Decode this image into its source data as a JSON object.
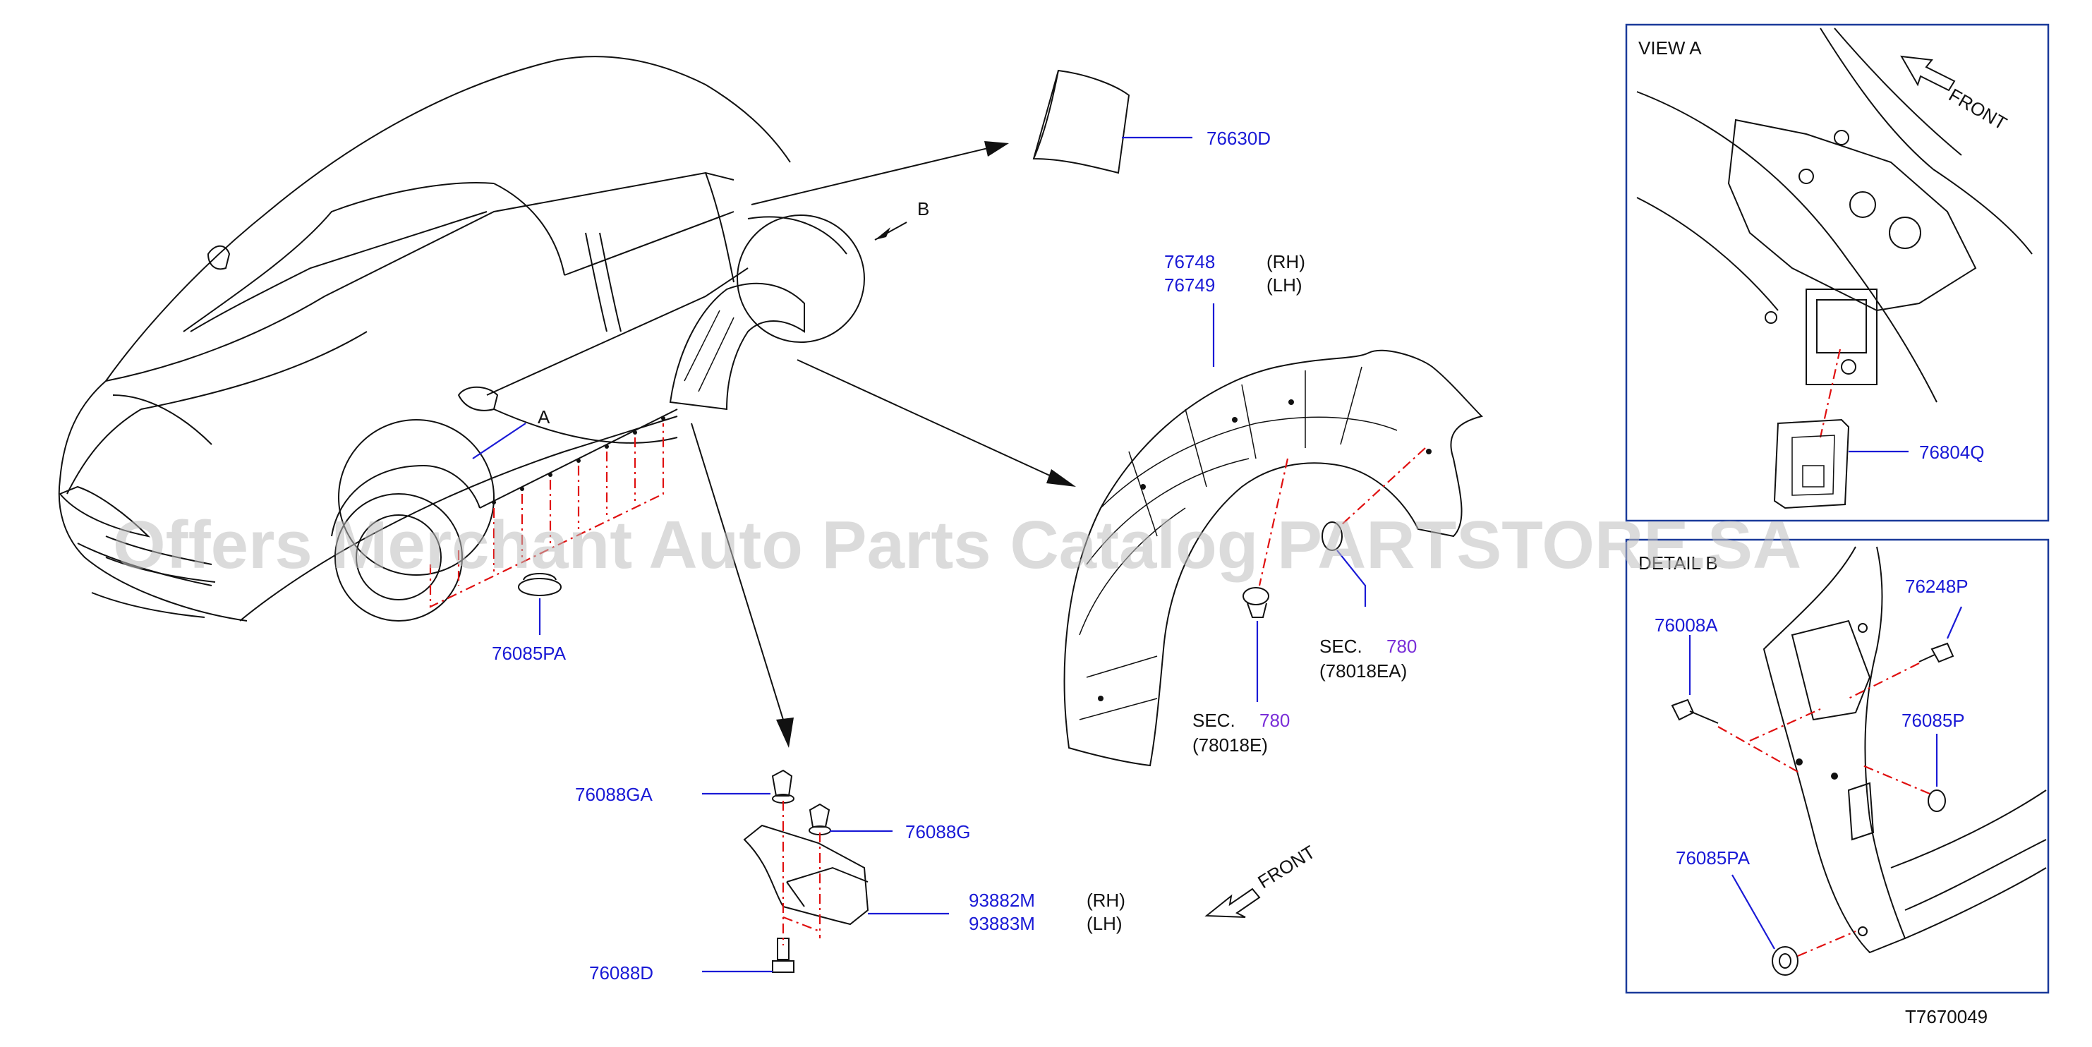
{
  "watermark": "Offers Merchant Auto Parts Catalog PARTSTORE.SA",
  "diagram_id": "T7670049",
  "callouts": {
    "detail_a": "A",
    "detail_b": "B"
  },
  "parts": {
    "p76630D": "76630D",
    "p76748": "76748",
    "p76748_side": "(RH)",
    "p76749": "76749",
    "p76749_side": "(LH)",
    "p76085PA": "76085PA",
    "sec_label": "SEC.",
    "sec_num": "780",
    "sec1_ref": "(78018EA)",
    "sec2_ref": "(78018E)",
    "p76088GA": "76088GA",
    "p76088G": "76088G",
    "p93882M": "93882M",
    "p93882M_side": "(RH)",
    "p93883M": "93883M",
    "p93883M_side": "(LH)",
    "p76088D": "76088D",
    "front": "FRONT"
  },
  "view_a": {
    "title": "VIEW   A",
    "front": "FRONT",
    "part": "76804Q"
  },
  "detail_b": {
    "title": "DETAIL   B",
    "p76248P": "76248P",
    "p76008A": "76008A",
    "p76085P": "76085P",
    "p76085PA": "76085PA"
  },
  "colors": {
    "label_blue": "#1a1ad6",
    "section_purple": "#7a2fd8",
    "leader_red": "#e01010",
    "frame_blue": "#1a3a9a"
  }
}
